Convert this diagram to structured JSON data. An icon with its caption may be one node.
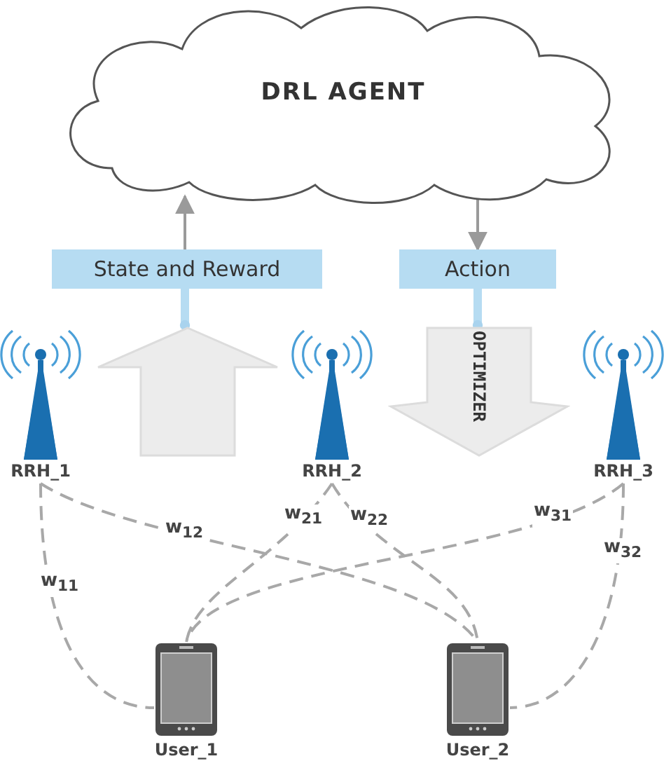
{
  "diagram": {
    "nodes": [
      {
        "text": [
          "DRL AGENT"
        ]
      },
      {
        "text": [
          "State and Reward"
        ]
      },
      {
        "text": [
          "Action"
        ]
      },
      {
        "text": [],
        "shape": "arrow"
      },
      {
        "text": [
          "OPTIMIZER"
        ]
      },
      {
        "text": [
          "RRH_1"
        ]
      },
      {
        "text": [
          "RRH_2"
        ]
      },
      {
        "text": [
          "RRH_3"
        ]
      },
      {
        "text": [
          "User_1"
        ]
      },
      {
        "text": [
          "User_2"
        ]
      }
    ],
    "edges": [
      {
        "from": 1,
        "to": 0,
        "arrow": "to"
      },
      {
        "from": 0,
        "to": 2,
        "arrow": "to"
      },
      {
        "from": 1,
        "to": 3,
        "arrow": "other",
        "style": "thick",
        "color": "#b6dcf2"
      },
      {
        "from": 2,
        "to": 4,
        "arrow": "other",
        "style": "thick",
        "color": "#b6dcf2"
      },
      {
        "from": 5,
        "to": 8,
        "arrow": "none",
        "style": "dashed",
        "label": "w$_{11}$"
      },
      {
        "from": 5,
        "to": 9,
        "arrow": "none",
        "style": "dashed",
        "label": "w$_{12}$"
      },
      {
        "from": 6,
        "to": 8,
        "arrow": "none",
        "style": "dashed",
        "label": "w$_{21}$"
      },
      {
        "from": 6,
        "to": 9,
        "arrow": "none",
        "style": "dashed",
        "label": "w$_{22}$"
      },
      {
        "from": 7,
        "to": 8,
        "arrow": "none",
        "style": "dashed",
        "label": "w$_{31}$"
      },
      {
        "from": 7,
        "to": 9,
        "arrow": "none",
        "style": "dashed",
        "label": "w$_{32}$"
      }
    ]
  }
}
